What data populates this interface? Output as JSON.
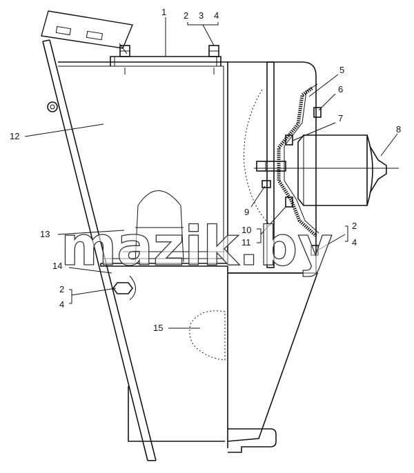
{
  "watermark": "mazik.by",
  "callouts": {
    "c1": "1",
    "c2_top": "2",
    "c3_top": "3",
    "c4_top": "4",
    "c5": "5",
    "c6": "6",
    "c7": "7",
    "c8": "8",
    "c9": "9",
    "c10": "10",
    "c11": "11",
    "c2_right": "2",
    "c4_right": "4",
    "c12": "12",
    "c13": "13",
    "c14": "14",
    "c2_left": "2",
    "c4_left": "4",
    "c15": "15"
  }
}
